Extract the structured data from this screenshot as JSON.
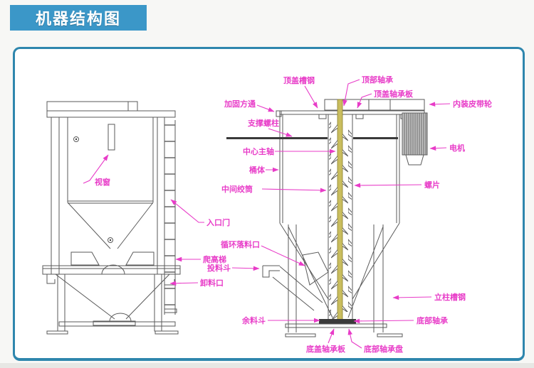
{
  "page": {
    "title_banner": "机器结构图"
  },
  "colors": {
    "banner_bg": "#3b97c8",
    "banner_text": "#ffffff",
    "panel_border": "#2e86ad",
    "label_magenta": "#e83cc8",
    "drawing_line": "#5a5a5a",
    "shaft_fill": "#c9bd5e",
    "motor_fill": "#c4c4c4"
  },
  "diagram": {
    "left_view": {
      "labels": {
        "viewing_window": "视窗",
        "entrance_door": "入口门",
        "climbing_ladder": "爬高梯",
        "feeding_hopper": "投料斗",
        "discharge_port": "卸料口"
      }
    },
    "right_view": {
      "labels": {
        "top_cover_channel": "顶盖槽钢",
        "top_bearing": "顶部轴承",
        "top_cover_bearing_plate": "顶盖轴承板",
        "internal_belt_pulley": "内装皮带轮",
        "reinforced_square_tube": "加固方通",
        "support_stud": "支撑螺柱",
        "central_main_shaft": "中心主轴",
        "motor": "电机",
        "barrel_body": "桶体",
        "middle_auger_tube": "中间绞筒",
        "screw_blade": "螺片",
        "circulation_drop_port": "循环落料口",
        "residual_hopper": "余料斗",
        "column_channel_steel": "立柱槽钢",
        "bottom_bearing": "底部轴承",
        "bottom_cover_bearing_plate": "底盖轴承板",
        "bottom_bearing_disc": "底部轴承盘"
      }
    }
  }
}
